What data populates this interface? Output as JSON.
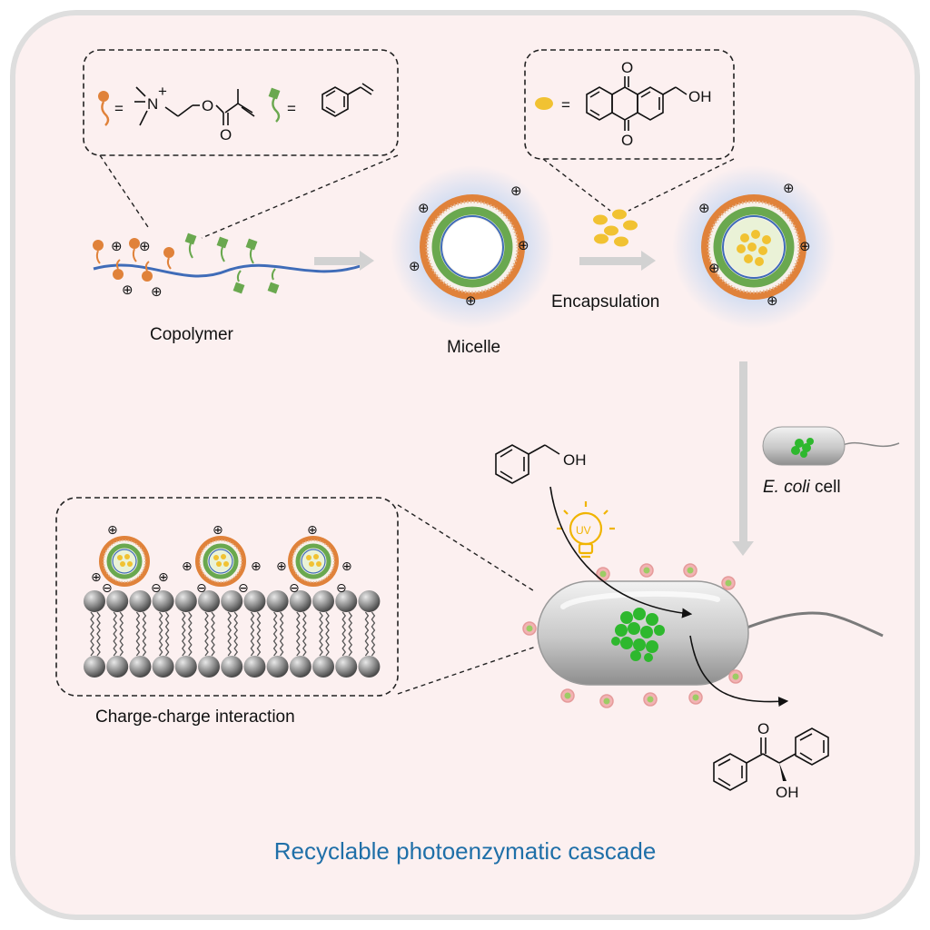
{
  "labels": {
    "copolymer": "Copolymer",
    "micelle": "Micelle",
    "encapsulation": "Encapsulation",
    "ecoli_italic": "E. coli",
    "ecoli_rest": " cell",
    "charge_interaction": "Charge-charge interaction",
    "title": "Recyclable photoenzymatic cascade"
  },
  "chem": {
    "n_plus": "N",
    "plus_sup": "+",
    "oxygen": "O",
    "hydroxyl": "OH",
    "equals": "="
  },
  "uv_label": "UV",
  "colors": {
    "background": "#fcf0f0",
    "border": "#dedede",
    "title_blue": "#1f6fa8",
    "cationic_orange": "#e0823a",
    "hydrophobic_green": "#6aa84f",
    "backbone_blue": "#3f6cb8",
    "dye_yellow": "#f1c232",
    "protein_green": "#2eb82e",
    "uv_yellow": "#f0b400",
    "arrow_gray": "#d2d2d2",
    "membrane_gray": "#8a8a8a"
  }
}
